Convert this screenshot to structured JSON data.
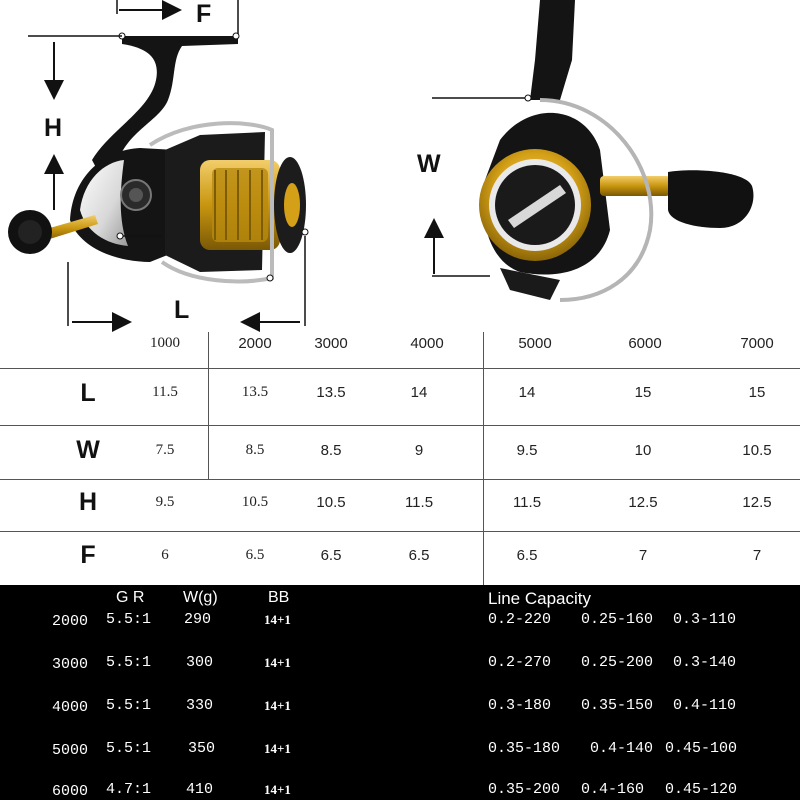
{
  "colors": {
    "accent_gold": "#d4a017",
    "reel_black": "#141414",
    "panel_bg": "#000000",
    "text_dark": "#111111"
  },
  "diagram": {
    "labels": {
      "F": "F",
      "H": "H",
      "L": "L",
      "W": "W"
    }
  },
  "dimension_table": {
    "models": [
      "1000",
      "2000",
      "3000",
      "4000",
      "5000",
      "6000",
      "7000"
    ],
    "rows": [
      {
        "label": "L",
        "values": [
          "11.5",
          "13.5",
          "13.5",
          "14",
          "14",
          "15",
          "15"
        ]
      },
      {
        "label": "W",
        "values": [
          "7.5",
          "8.5",
          "8.5",
          "9",
          "9.5",
          "10",
          "10.5"
        ]
      },
      {
        "label": "H",
        "values": [
          "9.5",
          "10.5",
          "10.5",
          "11.5",
          "11.5",
          "12.5",
          "12.5"
        ]
      },
      {
        "label": "F",
        "values": [
          "6",
          "6.5",
          "6.5",
          "6.5",
          "6.5",
          "7",
          "7"
        ]
      }
    ]
  },
  "spec_table": {
    "headers": {
      "gr": "G R",
      "weight": "W(g)",
      "bb": "BB",
      "line": "Line Capacity"
    },
    "rows": [
      {
        "model": "2000",
        "gr": "5.5:1",
        "weight": "290",
        "bb": "14+1",
        "line": [
          "0.2-220",
          "0.25-160",
          "0.3-110"
        ]
      },
      {
        "model": "3000",
        "gr": "5.5:1",
        "weight": "300",
        "bb": "14+1",
        "line": [
          "0.2-270",
          "0.25-200",
          "0.3-140"
        ]
      },
      {
        "model": "4000",
        "gr": "5.5:1",
        "weight": "330",
        "bb": "14+1",
        "line": [
          "0.3-180",
          "0.35-150",
          "0.4-110"
        ]
      },
      {
        "model": "5000",
        "gr": "5.5:1",
        "weight": "350",
        "bb": "14+1",
        "line": [
          "0.35-180",
          "0.4-140",
          "0.45-100"
        ]
      },
      {
        "model": "6000",
        "gr": "4.7:1",
        "weight": "410",
        "bb": "14+1",
        "line": [
          "0.35-200",
          "0.4-160",
          "0.45-120"
        ]
      }
    ]
  }
}
